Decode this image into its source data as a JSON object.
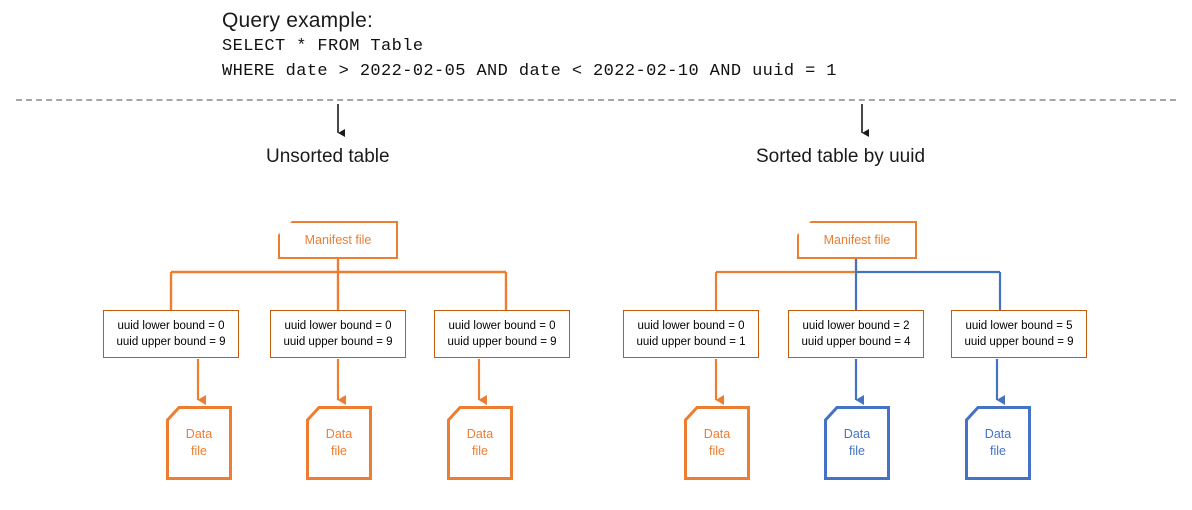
{
  "query": {
    "title": "Query example:",
    "lines": [
      "SELECT * FROM Table",
      "WHERE date > 2022-02-05 AND date < 2022-02-10 AND uuid = 1"
    ]
  },
  "colors": {
    "orange": "#ED7D31",
    "orange_border": "#C55A11",
    "blue": "#4472C4",
    "divider": "#A6A6A6",
    "text": "#1A1A1A"
  },
  "sections": [
    {
      "id": "unsorted",
      "title": "Unsorted table",
      "manifest": {
        "label": "Manifest file",
        "color": "orange"
      },
      "branches": [
        {
          "color": "orange",
          "bounds": {
            "lower_label": "uuid lower bound = 0",
            "upper_label": "uuid upper bound = 9"
          },
          "datafile": {
            "line1": "Data",
            "line2": "file",
            "color": "orange"
          }
        },
        {
          "color": "orange",
          "bounds": {
            "lower_label": "uuid lower bound = 0",
            "upper_label": "uuid upper bound = 9"
          },
          "datafile": {
            "line1": "Data",
            "line2": "file",
            "color": "orange"
          }
        },
        {
          "color": "orange",
          "bounds": {
            "lower_label": "uuid lower bound = 0",
            "upper_label": "uuid upper bound = 9"
          },
          "datafile": {
            "line1": "Data",
            "line2": "file",
            "color": "orange"
          }
        }
      ]
    },
    {
      "id": "sorted",
      "title": "Sorted table by uuid",
      "manifest": {
        "label": "Manifest file",
        "color": "orange"
      },
      "branches": [
        {
          "color": "orange",
          "bounds": {
            "lower_label": "uuid lower bound = 0",
            "upper_label": "uuid upper bound = 1"
          },
          "datafile": {
            "line1": "Data",
            "line2": "file",
            "color": "orange"
          }
        },
        {
          "color": "blue",
          "bounds": {
            "lower_label": "uuid lower bound = 2",
            "upper_label": "uuid upper bound = 4"
          },
          "datafile": {
            "line1": "Data",
            "line2": "file",
            "color": "blue"
          }
        },
        {
          "color": "blue",
          "bounds": {
            "lower_label": "uuid lower bound = 5",
            "upper_label": "uuid upper bound = 9"
          },
          "datafile": {
            "line1": "Data",
            "line2": "file",
            "color": "blue"
          }
        }
      ]
    }
  ]
}
